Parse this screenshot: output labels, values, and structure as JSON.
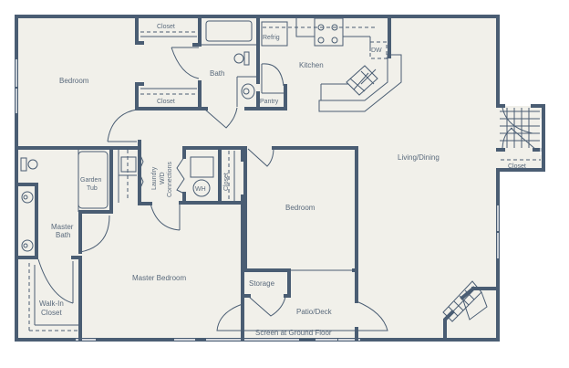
{
  "floorplan": {
    "colors": {
      "wall": "#4a5d73",
      "floor": "#f1f0ea",
      "label": "#5a6a7c",
      "background": "#ffffff"
    },
    "rooms": {
      "bedroom_1": "Bedroom",
      "closet_top": "Closet",
      "closet_mid": "Closet",
      "bath": "Bath",
      "refrig": "Refrig",
      "pantry": "Pantry",
      "kitchen": "Kitchen",
      "dw": "DW",
      "living_dining": "Living/Dining",
      "closet_stair": "Closet",
      "garden_tub_line1": "Garden",
      "garden_tub_line2": "Tub",
      "laundry_line1": "Laundry",
      "laundry_line2": "W/D",
      "laundry_line3": "Connections",
      "wh": "WH",
      "closet_hall": "Closet",
      "bedroom_2": "Bedroom",
      "master_bath_line1": "Master",
      "master_bath_line2": "Bath",
      "master_bedroom": "Master Bedroom",
      "walkin_line1": "Walk-In",
      "walkin_line2": "Closet",
      "storage": "Storage",
      "patio": "Patio/Deck",
      "screen_note": "Screen at Ground Floor"
    }
  }
}
